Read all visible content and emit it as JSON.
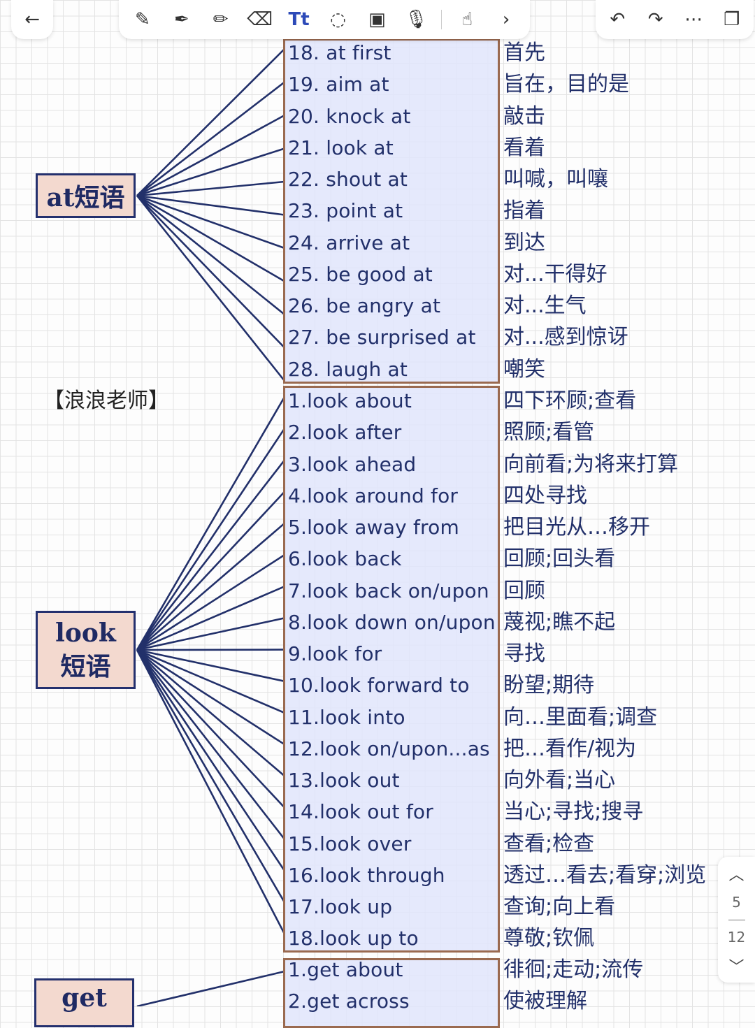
{
  "toolbar": {
    "left": [
      {
        "icon": "back-arrow-icon",
        "glyph": "←"
      }
    ],
    "center": [
      {
        "icon": "pen-icon",
        "glyph": "✎"
      },
      {
        "icon": "fountain-pen-icon",
        "glyph": "✒"
      },
      {
        "icon": "highlighter-icon",
        "glyph": "✏"
      },
      {
        "icon": "eraser-icon",
        "glyph": "⌫"
      },
      {
        "icon": "text-tool-icon",
        "glyph": "Tt"
      },
      {
        "icon": "lasso-icon",
        "glyph": "◌"
      },
      {
        "icon": "image-icon",
        "glyph": "▣"
      },
      {
        "icon": "microphone-icon",
        "glyph": "🎙"
      },
      {
        "icon": "touch-gesture-icon",
        "glyph": "☝"
      },
      {
        "icon": "chevron-right-icon",
        "glyph": "›"
      }
    ],
    "right": [
      {
        "icon": "undo-icon",
        "glyph": "↶"
      },
      {
        "icon": "redo-icon",
        "glyph": "↷"
      },
      {
        "icon": "more-icon",
        "glyph": "⋯"
      },
      {
        "icon": "pages-icon",
        "glyph": "❐"
      }
    ]
  },
  "categories": {
    "at": {
      "text": "at短语"
    },
    "look": {
      "line1": "look",
      "line2": "短语"
    },
    "get": {
      "text": "get"
    }
  },
  "watermark": "【浪浪老师】",
  "at_phrases": [
    {
      "en": "18. at first",
      "zh": "首先"
    },
    {
      "en": "19. aim at",
      "zh": "旨在，目的是"
    },
    {
      "en": "20. knock at",
      "zh": "敲击"
    },
    {
      "en": "21. look at",
      "zh": "看着"
    },
    {
      "en": "22. shout at",
      "zh": "叫喊，叫嚷"
    },
    {
      "en": "23. point at",
      "zh": "指着"
    },
    {
      "en": "24. arrive at",
      "zh": "到达"
    },
    {
      "en": "25. be good at",
      "zh": "对...干得好"
    },
    {
      "en": "26. be angry at",
      "zh": "对...生气"
    },
    {
      "en": "27. be surprised at",
      "zh": "对...感到惊讶"
    },
    {
      "en": "28. laugh at",
      "zh": "嘲笑"
    }
  ],
  "look_phrases": [
    {
      "en": "1.look about",
      "zh": "四下环顾;查看"
    },
    {
      "en": "2.look after",
      "zh": "照顾;看管"
    },
    {
      "en": "3.look ahead",
      "zh": "向前看;为将来打算"
    },
    {
      "en": "4.look around for",
      "zh": "四处寻找"
    },
    {
      "en": "5.look away from",
      "zh": "把目光从…移开"
    },
    {
      "en": "6.look back",
      "zh": "回顾;回头看"
    },
    {
      "en": "7.look back on/upon",
      "zh": "回顾"
    },
    {
      "en": "8.look down on/upon",
      "zh": "蔑视;瞧不起"
    },
    {
      "en": "9.look for",
      "zh": "寻找"
    },
    {
      "en": "10.look forward to",
      "zh": "盼望;期待"
    },
    {
      "en": "11.look into",
      "zh": "向…里面看;调查"
    },
    {
      "en": "12.look on/upon...as",
      "zh": "把…看作/视为"
    },
    {
      "en": "13.look out",
      "zh": "向外看;当心"
    },
    {
      "en": "14.look out for",
      "zh": "当心;寻找;搜寻"
    },
    {
      "en": "15.look over",
      "zh": "查看;检查"
    },
    {
      "en": "16.look through",
      "zh": "透过…看去;看穿;浏览"
    },
    {
      "en": "17.look up",
      "zh": "查询;向上看"
    },
    {
      "en": "18.look up to",
      "zh": "尊敬;钦佩"
    }
  ],
  "get_phrases": [
    {
      "en": "1.get about",
      "zh": "徘徊;走动;流传"
    },
    {
      "en": "2.get across",
      "zh": "使被理解"
    }
  ],
  "pager": {
    "current": "5",
    "total": "12",
    "up_icon": "chevron-up-icon",
    "down_icon": "chevron-down-icon"
  },
  "colors": {
    "line": "#22306a",
    "category_bg": "#f3d9cf",
    "box_border": "#9a6a50",
    "box_bg": "#e1e5fc"
  }
}
